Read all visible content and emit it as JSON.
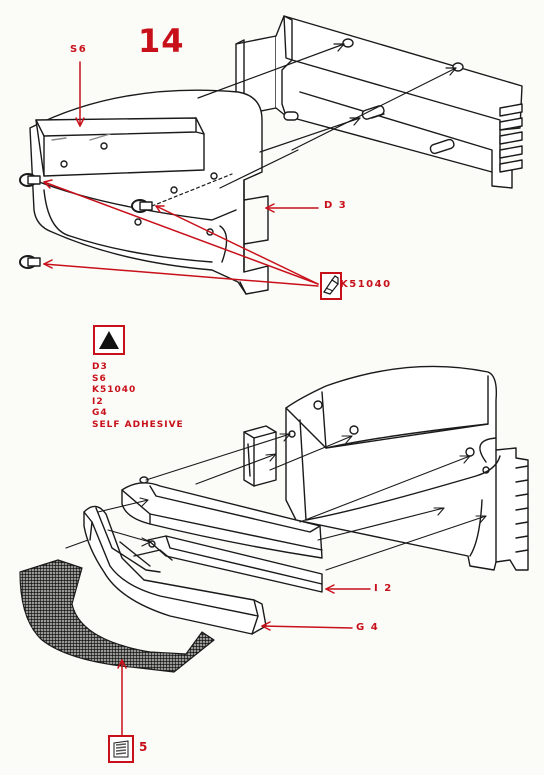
{
  "step_number": "14",
  "callouts": {
    "s6": "S6",
    "d3": "D 3",
    "k51040": "K51040",
    "i2": "I 2",
    "g4": "G 4",
    "five": "5"
  },
  "legend": {
    "items": [
      "D3",
      "S6",
      "K51040",
      "I2",
      "G4",
      "SELF ADHESIVE"
    ]
  },
  "colors": {
    "accent": "#c8101a",
    "ink": "#1a1a1a",
    "paper": "#fbfbf8"
  },
  "icons": {
    "warning": "triangle-warning-icon",
    "tool": "cement-tube-icon",
    "decal": "decal-sheet-icon"
  }
}
